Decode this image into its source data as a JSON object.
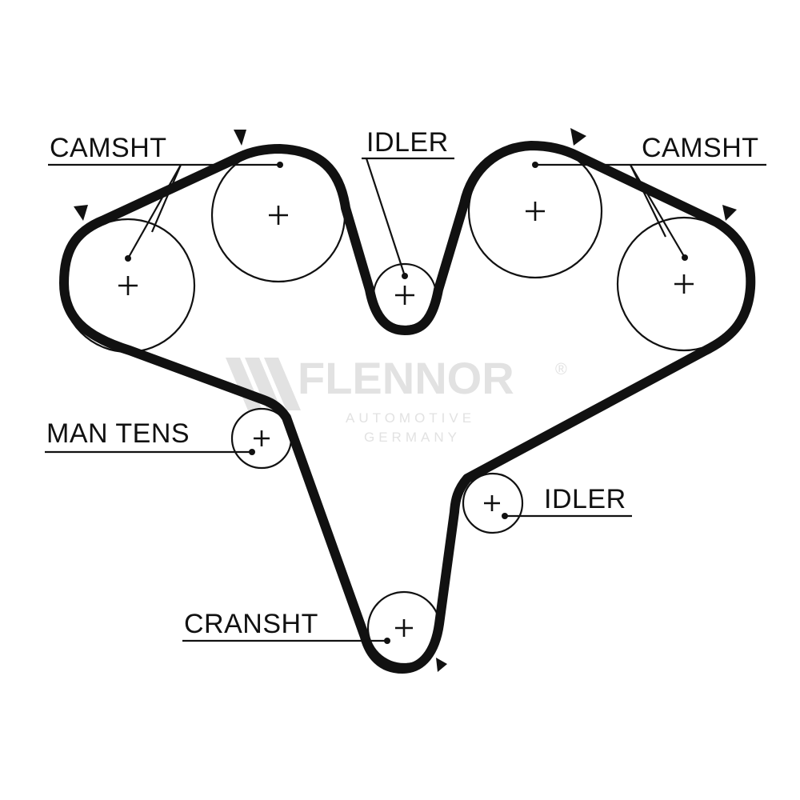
{
  "labels": {
    "camshaft_left": "CAMSHT",
    "idler_top": "IDLER",
    "camshaft_right": "CAMSHT",
    "manual_tensioner": "MAN TENS",
    "idler_right": "IDLER",
    "crankshaft": "CRANSHT"
  },
  "watermark": {
    "brand": "FLENNOR",
    "registered": "®",
    "line1": "AUTOMOTIVE",
    "line2": "GERMANY"
  },
  "colors": {
    "belt": "#111111",
    "watermark": "#e2e2e2",
    "background": "#ffffff"
  }
}
